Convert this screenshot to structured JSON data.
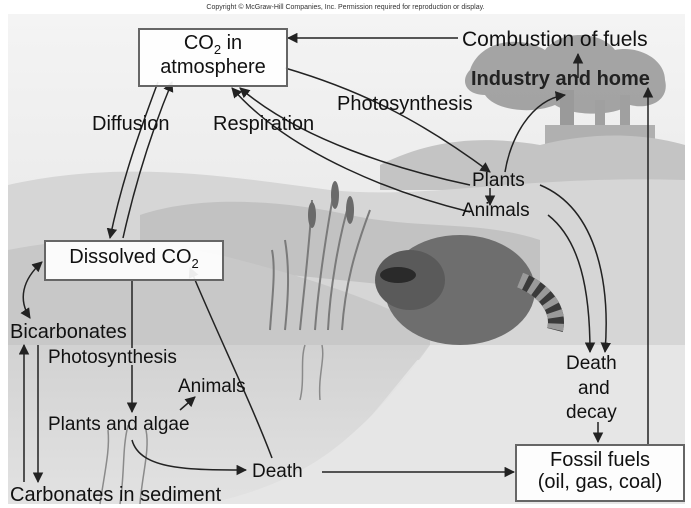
{
  "copyright": "Copyright © McGraw-Hill Companies, Inc. Permission required for reproduction or display.",
  "boxes": {
    "co2_atmosphere": {
      "line1": "CO",
      "sub": "2",
      "line1_suffix": " in",
      "line2": "atmosphere"
    },
    "dissolved_co2": {
      "text": "Dissolved CO",
      "sub": "2"
    },
    "fossil_fuels": {
      "line1": "Fossil fuels",
      "line2": "(oil, gas, coal)"
    }
  },
  "labels": {
    "combustion": "Combustion of fuels",
    "industry": "Industry and home",
    "photosynthesis_land": "Photosynthesis",
    "diffusion": "Diffusion",
    "respiration": "Respiration",
    "plants": "Plants",
    "animals_land": "Animals",
    "bicarbonates": "Bicarbonates",
    "photosynthesis_water": "Photosynthesis",
    "animals_water": "Animals",
    "plants_algae": "Plants and algae",
    "death": "Death",
    "death_decay_1": "Death",
    "death_decay_2": "and",
    "death_decay_3": "decay",
    "carbonates": "Carbonates in sediment"
  }
}
